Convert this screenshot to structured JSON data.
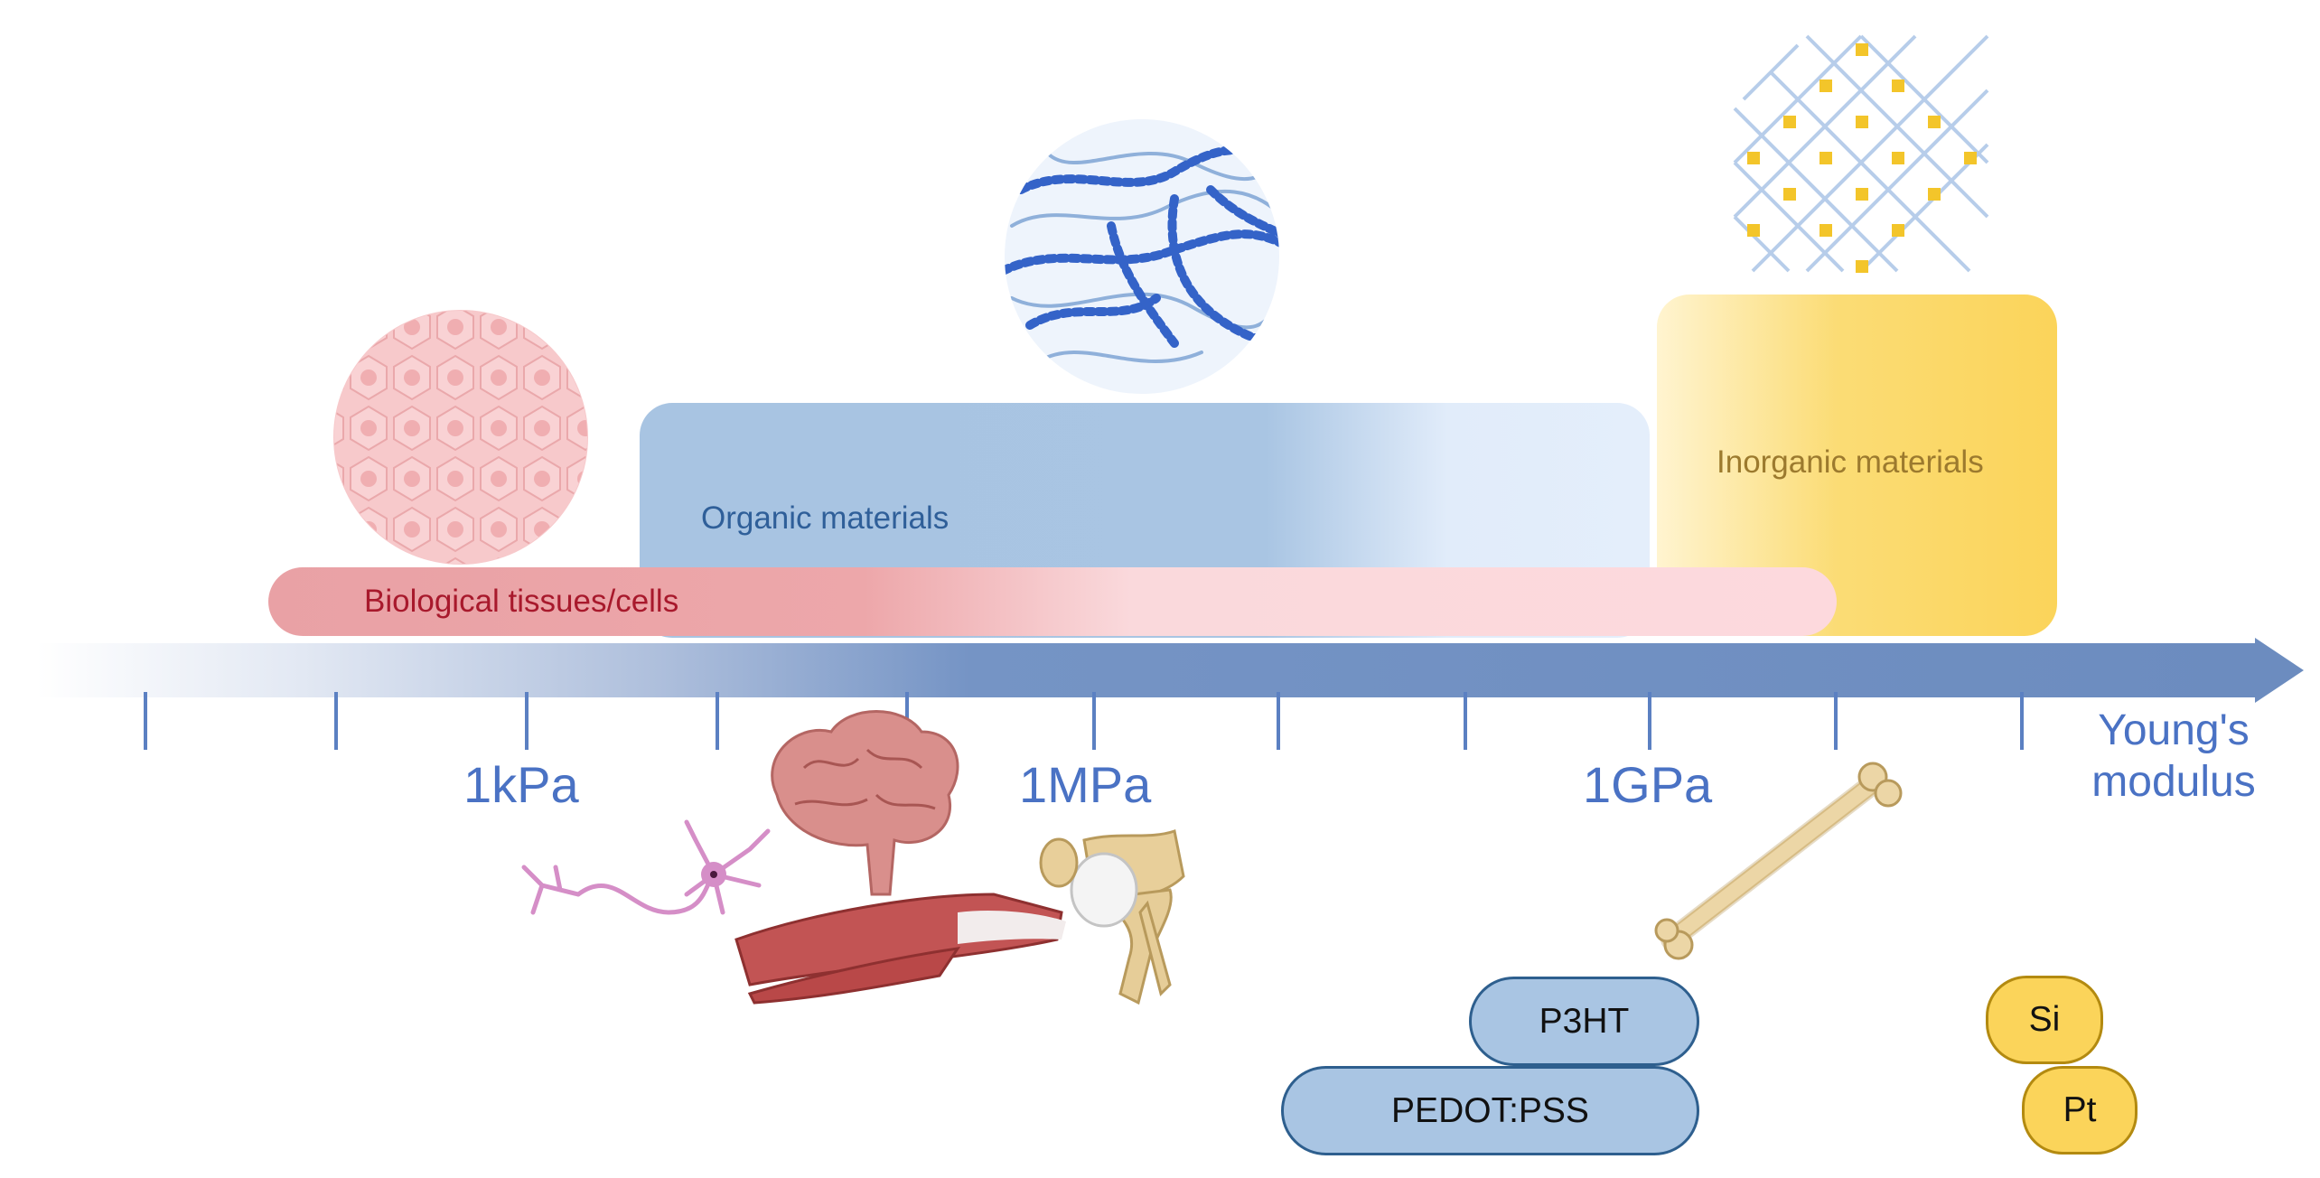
{
  "regions": {
    "biological": "Biological tissues/cells",
    "organic": "Organic materials",
    "inorganic": "Inorganic materials"
  },
  "axis": {
    "label_line1": "Young's",
    "label_line2": "modulus",
    "ticks": {
      "kpa": "1kPa",
      "mpa": "1MPa",
      "gpa": "1GPa"
    }
  },
  "materials": {
    "organic": [
      "P3HT",
      "PEDOT:PSS"
    ],
    "inorganic": [
      "Si",
      "Pt"
    ]
  },
  "illustrations": {
    "tissue": [
      "cell-tissue-icon",
      "neuron-icon",
      "brain-icon",
      "muscle-icon",
      "knee-joint-icon",
      "bone-icon"
    ],
    "material": [
      "polymer-chain-icon",
      "crystal-lattice-icon"
    ]
  },
  "colors": {
    "axis": "#6f8fc2",
    "biological": "#eaa3a6",
    "organic": "#a9c5e3",
    "inorganic": "#fbd45a",
    "label_blue": "#4a72c4",
    "label_red": "#a8192c",
    "label_organic": "#2f5f99",
    "label_inorganic": "#9c7a2e"
  }
}
